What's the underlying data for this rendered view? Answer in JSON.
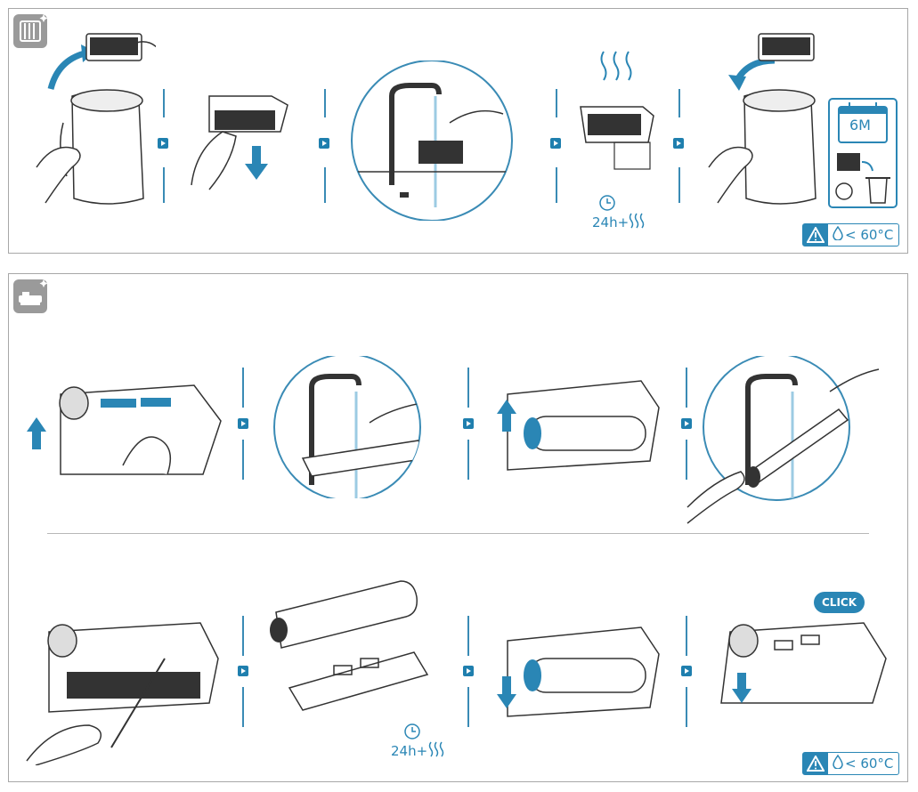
{
  "filter_section": {
    "icon": "filter-clean-icon",
    "temp_badge": "< 60°C",
    "timer_label": "24h+",
    "calendar_label": "6M"
  },
  "brush_section": {
    "icon": "brush-clean-icon",
    "temp_badge": "< 60°C",
    "timer_label": "24h+",
    "click_label": "CLICK"
  },
  "colors": {
    "accent": "#2a86b5",
    "icon_gray": "#9a9a9a",
    "line": "#3a3a3a"
  }
}
